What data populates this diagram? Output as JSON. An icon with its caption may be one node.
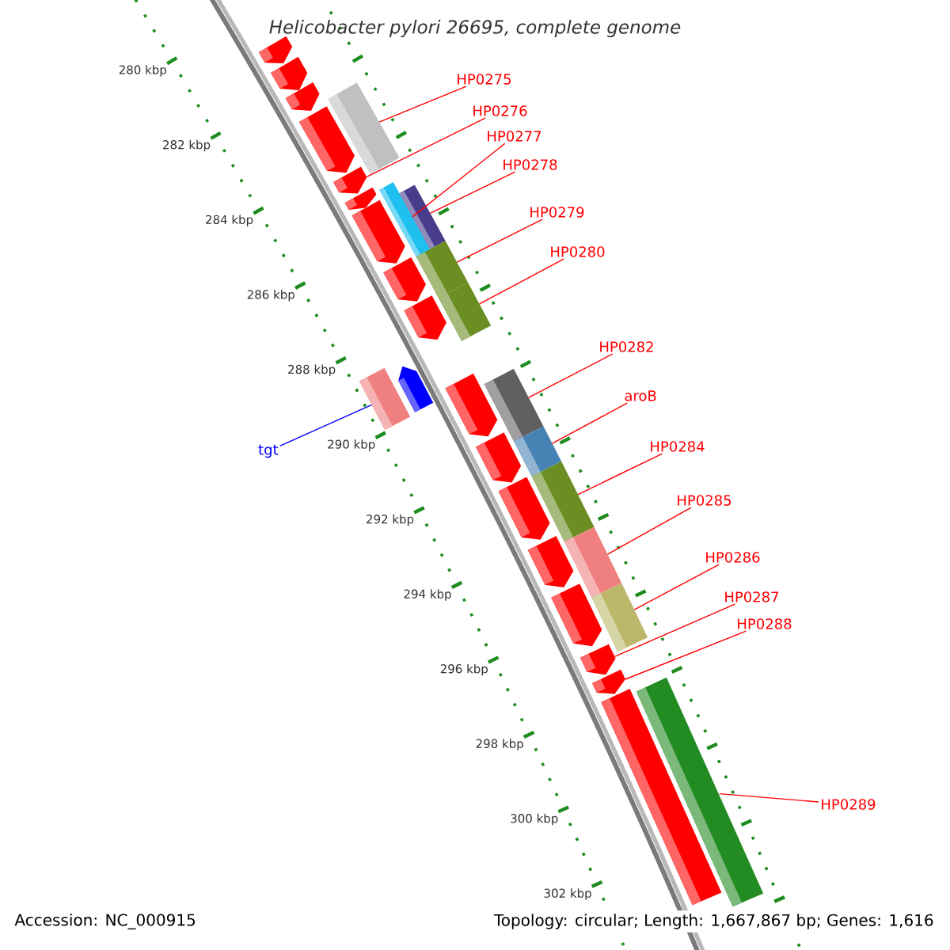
{
  "diagram": {
    "title": "Helicobacter pylori 26695, complete genome",
    "nodes": [
      {
        "text": [
          "HP0275"
        ]
      },
      {
        "text": [
          "HP0276"
        ]
      },
      {
        "text": [
          "HP0277"
        ]
      },
      {
        "text": [
          "HP0278"
        ]
      },
      {
        "text": [
          "HP0279"
        ]
      },
      {
        "text": [
          "HP0280"
        ]
      },
      {
        "text": [
          "HP0282"
        ]
      },
      {
        "text": [
          "aroB"
        ]
      },
      {
        "text": [
          "HP0284"
        ]
      },
      {
        "text": [
          "tgt"
        ]
      },
      {
        "text": [
          "HP0285"
        ]
      },
      {
        "text": [
          "HP0286"
        ]
      },
      {
        "text": [
          "HP0287"
        ]
      },
      {
        "text": [
          "HP0288"
        ]
      },
      {
        "text": [
          "HP0289"
        ]
      },
      {
        "text": [],
        "shape": "bar"
      },
      {
        "text": [],
        "shape": "bar"
      },
      {
        "text": [],
        "shape": "bar"
      },
      {
        "text": [],
        "shape": "bar"
      },
      {
        "text": [],
        "shape": "bar"
      },
      {
        "text": [],
        "shape": "bar"
      },
      {
        "text": [],
        "shape": "bar"
      },
      {
        "text": [],
        "shape": "bar"
      },
      {
        "text": [],
        "shape": "bar"
      },
      {
        "text": [],
        "shape": "bar"
      },
      {
        "text": [],
        "shape": "bar"
      },
      {
        "text": [],
        "shape": "bar"
      },
      {
        "text": [],
        "shape": "bar"
      },
      {
        "text": [],
        "shape": "bar"
      },
      {
        "text": [],
        "shape": "bar"
      },
      {
        "text": [],
        "shape": "bar"
      },
      {
        "text": [],
        "shape": "bar"
      },
      {
        "text": [],
        "shape": "bar"
      },
      {
        "text": [],
        "shape": "bar"
      },
      {
        "text": [],
        "shape": "bar"
      },
      {
        "text": [],
        "shape": "bar"
      },
      {
        "text": [],
        "shape": "bar"
      },
      {
        "text": [],
        "shape": "bar"
      },
      {
        "text": [],
        "shape": "bar"
      },
      {
        "text": [],
        "shape": "bar"
      },
      {
        "text": [],
        "shape": "bar"
      },
      {
        "text": [],
        "shape": "bar"
      },
      {
        "text": [],
        "shape": "bar"
      },
      {
        "text": [],
        "shape": "bar"
      },
      {
        "text": [],
        "shape": "bar"
      }
    ],
    "edges": [
      {
        "from": 0,
        "to": 18,
        "arrow": "none"
      },
      {
        "from": 1,
        "to": 20,
        "arrow": "none"
      },
      {
        "from": 2,
        "to": 22,
        "arrow": "none"
      },
      {
        "from": 3,
        "to": 24,
        "arrow": "none"
      },
      {
        "from": 4,
        "to": 26,
        "arrow": "none"
      },
      {
        "from": 5,
        "to": 28,
        "arrow": "none"
      },
      {
        "from": 6,
        "to": 32,
        "arrow": "none"
      },
      {
        "from": 7,
        "to": 34,
        "arrow": "none"
      },
      {
        "from": 8,
        "to": 36,
        "arrow": "none"
      },
      {
        "from": 9,
        "to": 29,
        "arrow": "none",
        "color": "#0000ff"
      },
      {
        "from": 10,
        "to": 38,
        "arrow": "none"
      },
      {
        "from": 11,
        "to": 40,
        "arrow": "none"
      },
      {
        "from": 12,
        "to": 41,
        "arrow": "none"
      },
      {
        "from": 13,
        "to": 42,
        "arrow": "none"
      },
      {
        "from": 14,
        "to": 44,
        "arrow": "none"
      }
    ],
    "labels": [
      "280 kbp",
      "282 kbp",
      "284 kbp",
      "286 kbp",
      "288 kbp",
      "290 kbp",
      "292 kbp",
      "294 kbp",
      "296 kbp",
      "298 kbp",
      "300 kbp",
      "302 kbp",
      "Accession: NC_000915",
      "Topology: circular; Length: 1,667,867 bp; Genes: 1,616"
    ]
  }
}
